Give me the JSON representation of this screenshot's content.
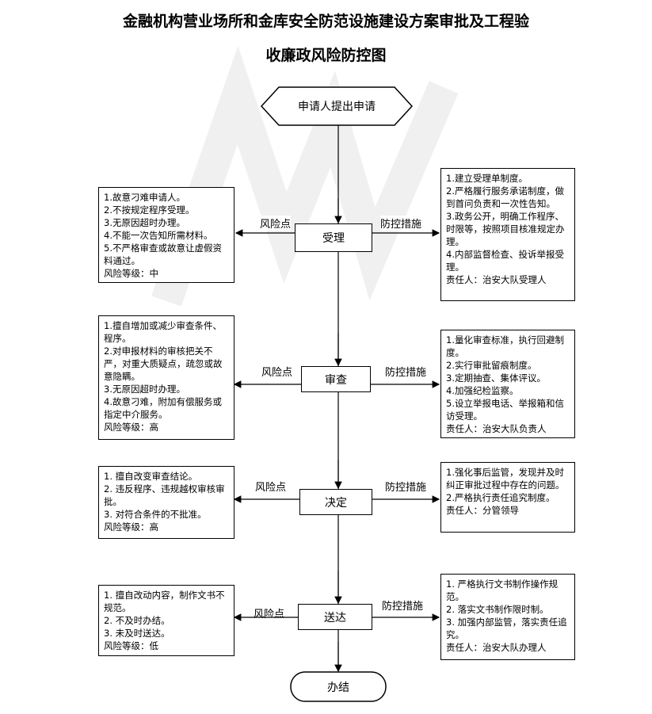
{
  "title": {
    "line1": "金融机构营业场所和金库安全防范设施建设方案审批及工程验",
    "line2": "收廉政风险防控图"
  },
  "start": "申请人提出申请",
  "end": "办结",
  "risk_label": "风险点",
  "measure_label": "防控措施",
  "steps": [
    {
      "name": "受理",
      "risks": [
        "1.故意刁难申请人。",
        "2.不按规定程序受理。",
        "3.无原因超时办理。",
        "4.不能一次告知所需材料。",
        "5.不严格审查或故意让虚假资料通过。",
        "风险等级：中"
      ],
      "measures": [
        "1.建立受理单制度。",
        "2.严格履行服务承诺制度，做到首问负责和一次性告知。",
        "3.政务公开，明确工作程序、时限等，按照项目核准规定办理。",
        "4.内部监督检查、投诉举报受理。",
        "责任人：治安大队受理人"
      ]
    },
    {
      "name": "审查",
      "risks": [
        "1.擅自增加或减少审查条件、程序。",
        "2.对申报材料的审核把关不严，对重大质疑点，疏忽或故意隐瞒。",
        "3.无原因超时办理。",
        "4.故意刁难，附加有偿服务或指定中介服务。",
        "风险等级：高"
      ],
      "measures": [
        "1.量化审查标准，执行回避制度。",
        "2.实行审批留痕制度。",
        "3.定期抽查、集体评议。",
        "4.加强纪检监察。",
        "5.设立举报电话、举报箱和信访受理。",
        "责任人：治安大队负责人"
      ]
    },
    {
      "name": "决定",
      "risks": [
        "1. 擅自改变审查结论。",
        "2. 违反程序、违规越权审核审批。",
        "3. 对符合条件的不批准。",
        "风险等级：高"
      ],
      "measures": [
        "1.强化事后监管，发现并及时纠正审批过程中存在的问题。",
        "2.严格执行责任追究制度。",
        "责任人：分管领导"
      ]
    },
    {
      "name": "送达",
      "risks": [
        "1. 擅自改动内容，制作文书不规范。",
        "2. 不及时办结。",
        "3. 未及时送达。",
        "风险等级：低"
      ],
      "measures": [
        "1. 严格执行文书制作操作规范。",
        "2. 落实文书制作限时制。",
        "3. 加强内部监管，落实责任追究。",
        "责任人：治安大队办理人"
      ]
    }
  ]
}
